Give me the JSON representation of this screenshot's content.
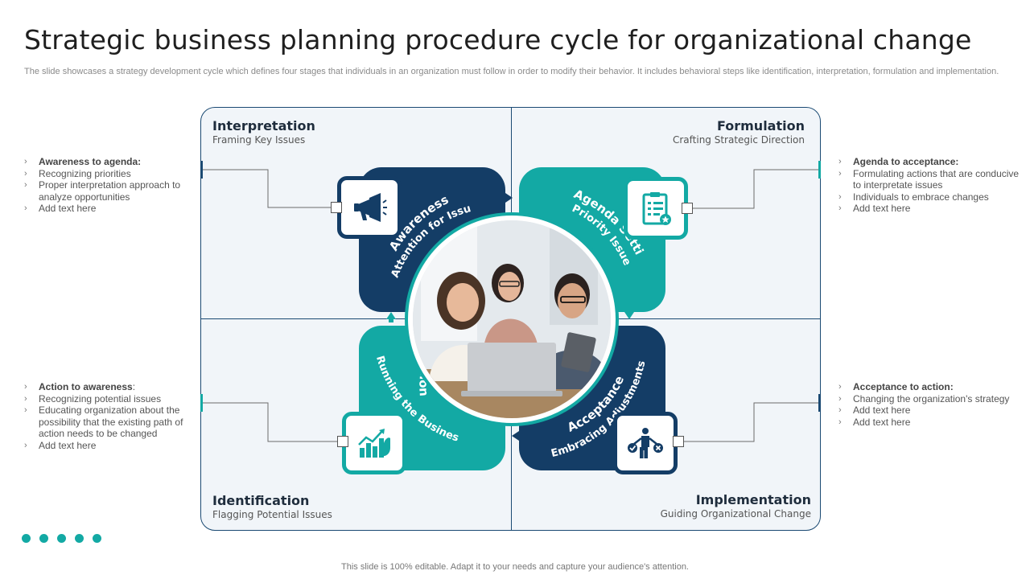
{
  "title": "Strategic business planning procedure cycle for organizational change",
  "subtitle": "The slide showcases a strategy development cycle which defines  four stages that individuals in an organization must follow in order to modify their behavior. It includes behavioral steps like identification, interpretation, formulation and implementation.",
  "quadrants": {
    "top_left": {
      "title": "Interpretation",
      "subtitle": "Framing Key Issues"
    },
    "top_right": {
      "title": "Formulation",
      "subtitle": "Crafting Strategic Direction"
    },
    "bottom_left": {
      "title": "Identification",
      "subtitle": "Flagging Potential Issues"
    },
    "bottom_right": {
      "title": "Implementation",
      "subtitle": "Guiding Organizational Change"
    }
  },
  "tiles": {
    "top_left": {
      "line1": "Awareness",
      "line2": "Attention for Issues",
      "icon": "megaphone-icon"
    },
    "top_right": {
      "line1": "Agenda Setting",
      "line2": "Priority Issues",
      "icon": "clipboard-checklist-icon"
    },
    "bottom_left": {
      "line1": "Action",
      "line2": "Running the Business",
      "icon": "growth-chart-icon"
    },
    "bottom_right": {
      "line1": "Acceptance",
      "line2": "Embracing Adjustments",
      "icon": "balance-decision-icon"
    }
  },
  "bullets": {
    "top_left": {
      "heading": "Awareness to agenda:",
      "items": [
        "Recognizing priorities",
        "Proper interpretation approach to analyze  opportunities",
        "Add text here"
      ]
    },
    "top_right": {
      "heading": "Agenda to acceptance:",
      "items": [
        "Formulating actions that are conducive to  interpretate issues",
        "Individuals to embrace changes",
        "Add text here"
      ]
    },
    "bottom_left": {
      "heading": "Action  to awareness",
      "heading_suffix": ":",
      "items": [
        "Recognizing  potential issues",
        "Educating organization about the possibility that the existing path of action needs to be changed",
        "Add text here"
      ]
    },
    "bottom_right": {
      "heading": "Acceptance to action:",
      "items": [
        "Changing the organization's strategy",
        "Add text here",
        "Add text here"
      ]
    }
  },
  "footer": "This slide is 100% editable. Adapt it to your needs and capture your audience's attention.",
  "colors": {
    "navy": "#143d66",
    "teal": "#13a9a4",
    "frame": "#1b4a73",
    "panel": "#f1f5f9"
  }
}
